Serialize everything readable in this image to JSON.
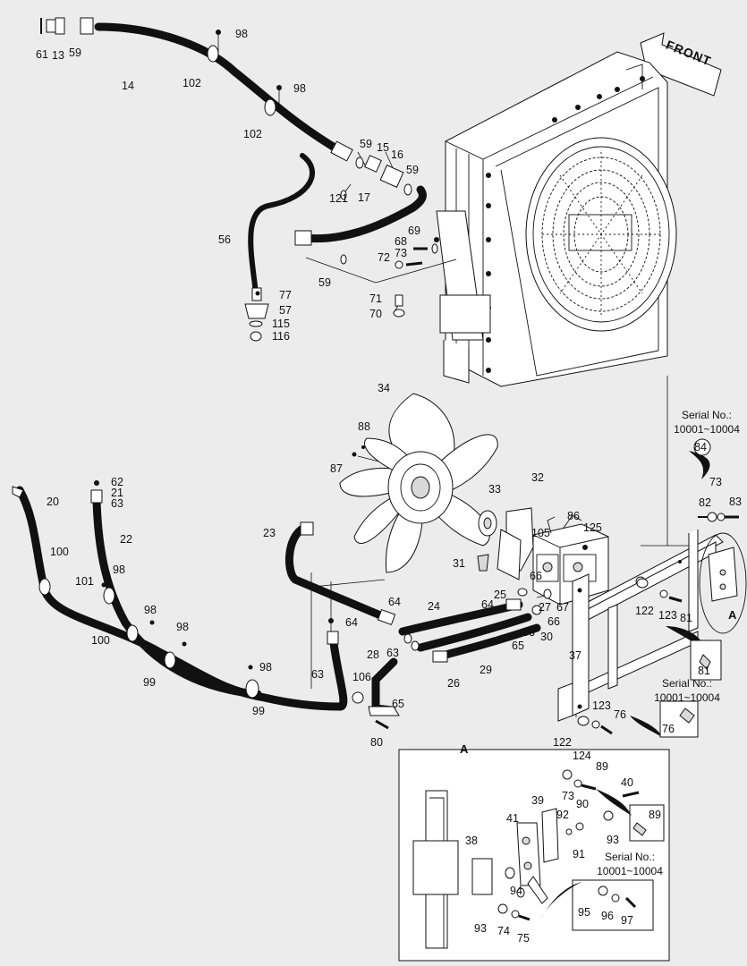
{
  "front_label": "FRONT",
  "detail_letter": "A",
  "serial_notes": [
    {
      "line1": "Serial No.:",
      "line2": "10001~10004"
    },
    {
      "line1": "Serial No.:",
      "line2": "10001~10004"
    },
    {
      "line1": "Serial No.:",
      "line2": "10001~10004"
    }
  ],
  "callouts": {
    "c1": "61",
    "c2": "13",
    "c3": "59",
    "c4": "14",
    "c5": "98",
    "c6": "102",
    "c7": "98",
    "c8": "102",
    "c9": "59",
    "c10": "15",
    "c11": "16",
    "c12": "59",
    "c13": "121",
    "c14": "17",
    "c15": "69",
    "c16": "68",
    "c17": "73",
    "c18": "72",
    "c19": "56",
    "c20": "59",
    "c21": "77",
    "c22": "57",
    "c23": "115",
    "c24": "116",
    "c25": "71",
    "c26": "70",
    "c27": "34",
    "c28": "88",
    "c29": "87",
    "c30": "62",
    "c31": "21",
    "c32": "63",
    "c33": "20",
    "c34": "22",
    "c35": "100",
    "c36": "98",
    "c37": "101",
    "c38": "98",
    "c39": "98",
    "c40": "100",
    "c41": "99",
    "c42": "98",
    "c43": "99",
    "c44": "23",
    "c45": "64",
    "c46": "64",
    "c47": "63",
    "c48": "63",
    "c49": "28",
    "c50": "106",
    "c51": "65",
    "c52": "80",
    "c53": "24",
    "c54": "26",
    "c55": "29",
    "c56": "33",
    "c57": "32",
    "c58": "31",
    "c59": "86",
    "c60": "125",
    "c61": "105",
    "c62": "66",
    "c63": "25",
    "c64": "27",
    "c65": "67",
    "c66": "64",
    "c67": "63",
    "c68": "65",
    "c69": "66",
    "c70": "30",
    "c71": "73",
    "c72": "83",
    "c73": "82",
    "c74": "84",
    "c75": "122",
    "c76": "123",
    "c77": "81",
    "c78": "37",
    "c79": "81",
    "c80": "123",
    "c81": "76",
    "c82": "122",
    "c83": "76",
    "c84": "124",
    "c85": "89",
    "c86": "73",
    "c87": "40",
    "c88": "39",
    "c89": "92",
    "c90": "90",
    "c91": "91",
    "c92": "93",
    "c93": "89",
    "c94": "41",
    "c95": "38",
    "c96": "94",
    "c97": "93",
    "c98": "74",
    "c99": "75",
    "c100": "95",
    "c101": "96",
    "c102": "97"
  }
}
